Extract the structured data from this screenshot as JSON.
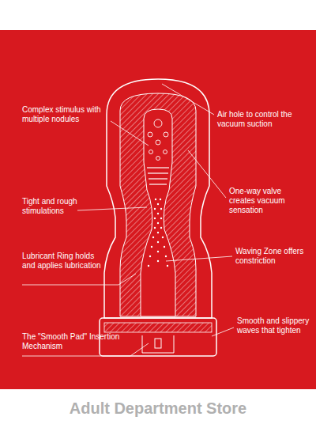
{
  "diagram": {
    "labels": [
      "Complex stimulus with multiple nodules",
      "Air hole to control the vacuum suction",
      "Tight and rough stimulations",
      "One-way valve creates vacuum sensation",
      "Lubricant Ring holds and applies lubrication",
      "Waving Zone offers constriction",
      "The \"Smooth Pad\" Insertion Mechanism",
      "Smooth and slippery waves that tighten",
      "Adult Department Store"
    ]
  }
}
